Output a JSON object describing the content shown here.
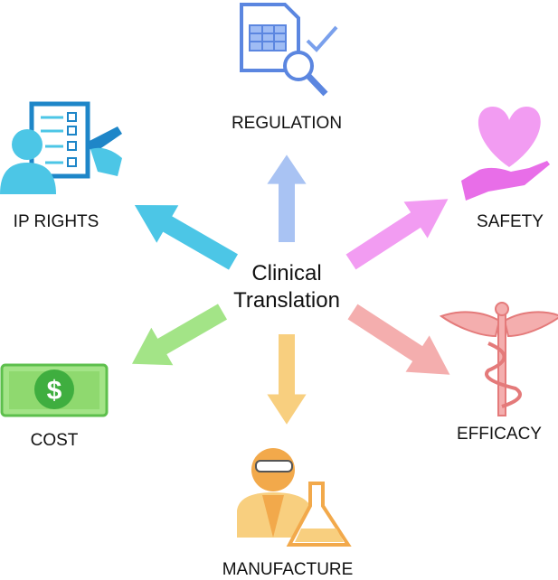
{
  "center": {
    "line1": "Clinical",
    "line2": "Translation"
  },
  "nodes": {
    "regulation": {
      "label": "REGULATION",
      "icon": "document-magnifier-icon",
      "color": "#a9c3f3"
    },
    "ip_rights": {
      "label": "IP RIGHTS",
      "icon": "person-checklist-icon",
      "color": "#4cc6e6"
    },
    "safety": {
      "label": "SAFETY",
      "icon": "heart-hand-icon",
      "color": "#f29cf2"
    },
    "cost": {
      "label": "COST",
      "icon": "dollar-bill-icon",
      "color": "#a3e487"
    },
    "manufacture": {
      "label": "MANUFACTURE",
      "icon": "scientist-flask-icon",
      "color": "#f8cf7f"
    },
    "efficacy": {
      "label": "EFFICACY",
      "icon": "caduceus-icon",
      "color": "#f4aeae"
    }
  }
}
